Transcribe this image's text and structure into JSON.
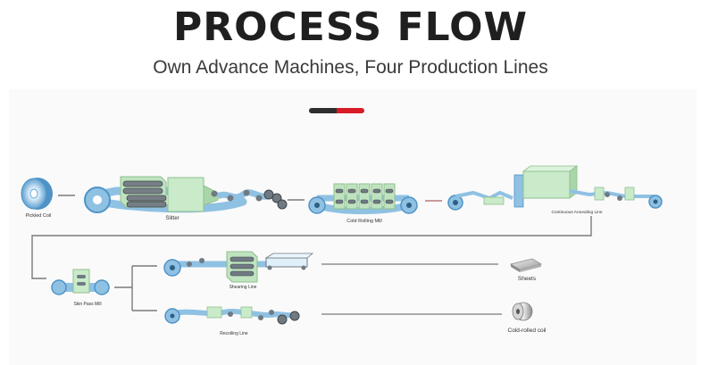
{
  "header": {
    "title": "PROCESS FLOW",
    "subtitle": "Own Advance Machines, Four Production Lines"
  },
  "diagram": {
    "stages": {
      "pickled_coil": "Pickled Coil",
      "slitter": "Slitter",
      "cold_rolling_mill": "Cold Rolling Mill",
      "continuous_annealing_line": "Continuous Annealing Line",
      "skin_pass_mill": "Skin Pass Mill",
      "shearing_line": "Shearing Line",
      "recoiling_line": "Recoiling Line"
    },
    "products": {
      "sheets": "Sheets",
      "cold_rolled_coil": "Cold-rolled coil"
    }
  },
  "colors": {
    "strip": "#8fc1e3",
    "strip_dark": "#4f93c6",
    "machine": "#c2e6c2",
    "machine_edge": "#8fbf8f",
    "roller": "#707a82",
    "connector": "#7a7a7a",
    "accent": "#d81b25"
  }
}
